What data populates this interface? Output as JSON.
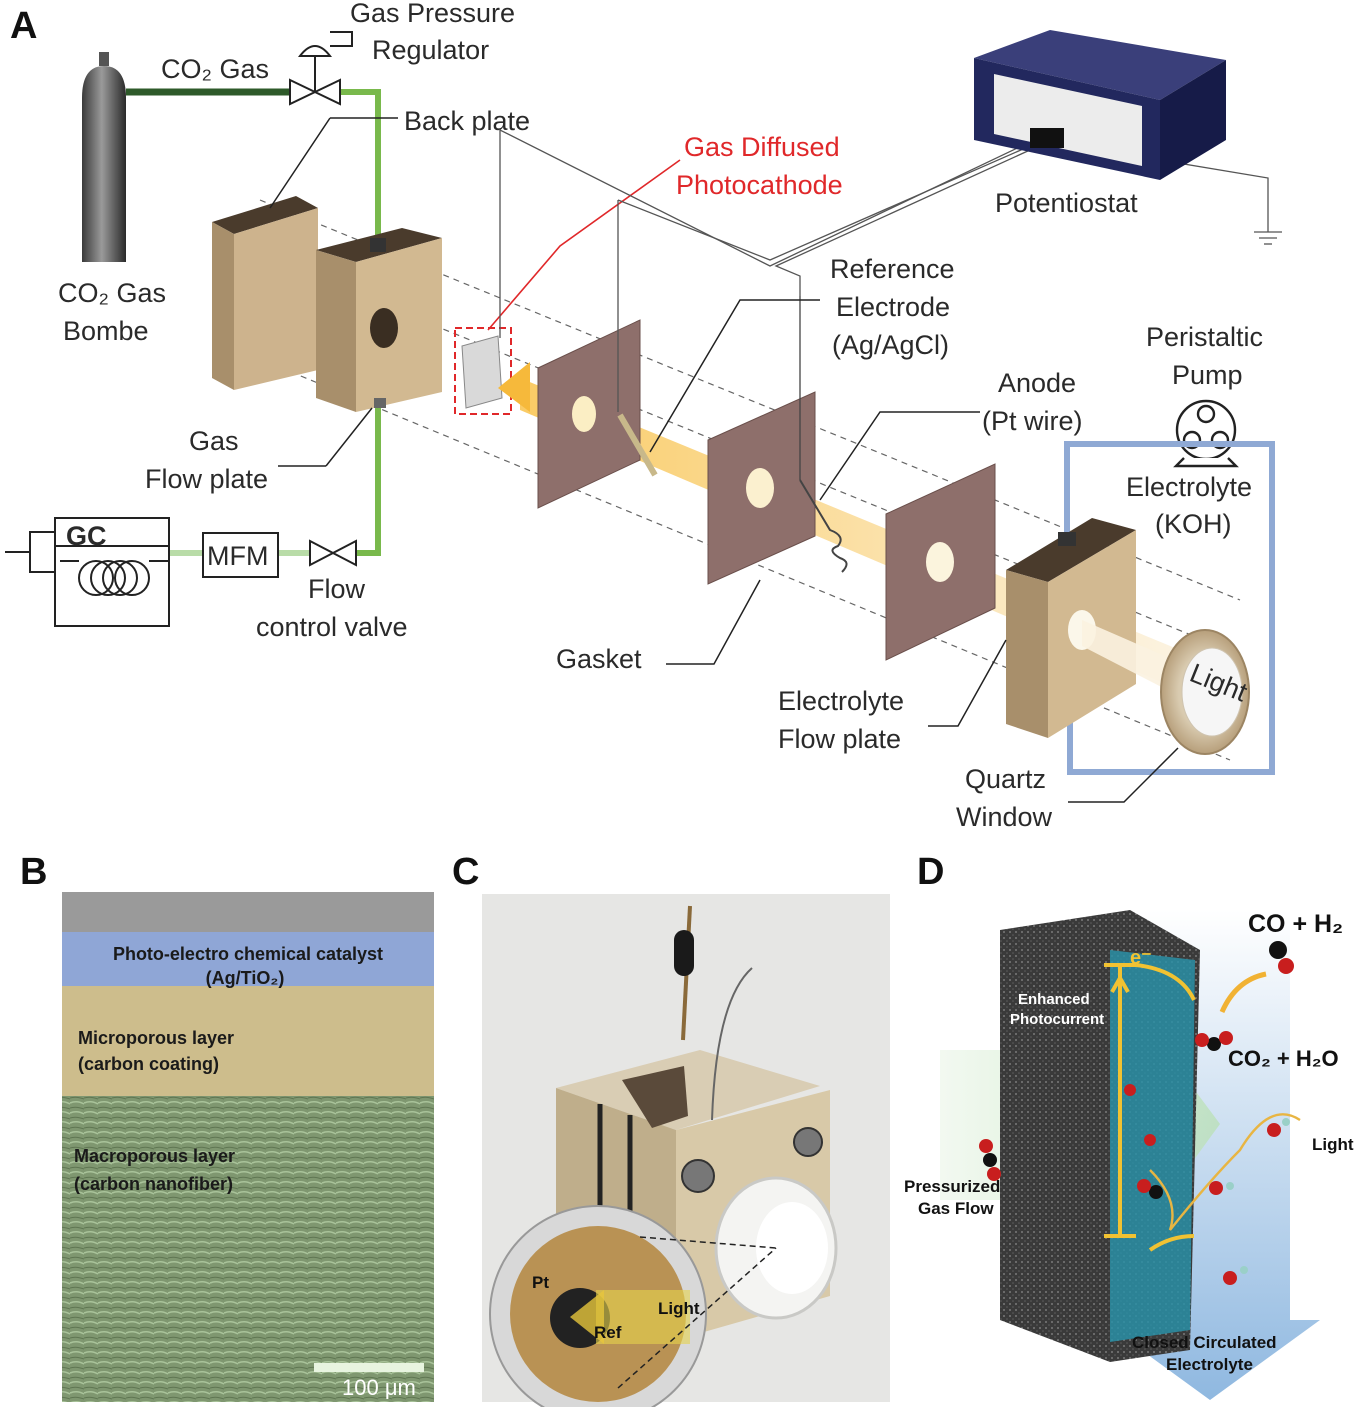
{
  "panels": {
    "a": "A",
    "b": "B",
    "c": "C",
    "d": "D"
  },
  "panel_a": {
    "co2_gas": "CO₂ Gas",
    "gas_pressure_regulator": [
      "Gas Pressure",
      "Regulator"
    ],
    "back_plate": "Back plate",
    "gas_diffused_photocathode": [
      "Gas Diffused",
      "Photocathode"
    ],
    "potentiostat": "Potentiostat",
    "co2_gas_bombe": [
      "CO₂ Gas",
      "Bombe"
    ],
    "reference_electrode": [
      "Reference",
      "Electrode",
      "(Ag/AgCl)"
    ],
    "peristaltic_pump": [
      "Peristaltic",
      "Pump"
    ],
    "anode": [
      "Anode",
      "(Pt wire)"
    ],
    "gas_flow_plate": [
      "Gas",
      "Flow plate"
    ],
    "electrolyte_koh": [
      "Electrolyte",
      "(KOH)"
    ],
    "gc": "GC",
    "mfm": "MFM",
    "flow_control_valve": [
      "Flow",
      "control valve"
    ],
    "gasket": "Gasket",
    "electrolyte_flow_plate": [
      "Electrolyte",
      "Flow plate"
    ],
    "light": "Light",
    "quartz_window": [
      "Quartz",
      "Window"
    ]
  },
  "panel_b": {
    "layer_catalyst": [
      "Photo-electro chemical catalyst",
      "(Ag/TiO₂)"
    ],
    "layer_microporous": [
      "Microporous layer",
      "(carbon coating)"
    ],
    "layer_macroporous": [
      "Macroporous layer",
      "(carbon nanofiber)"
    ],
    "scale_bar": "100 μm"
  },
  "panel_c": {
    "pt": "Pt",
    "ref": "Ref",
    "light": "Light"
  },
  "panel_d": {
    "products": "CO  + H₂",
    "reactants": "CO₂  + H₂O",
    "electron": "e⁻",
    "enhanced_photocurrent": [
      "Enhanced",
      "Photocurrent"
    ],
    "light": "Light",
    "pressurized_gas_flow": [
      "Pressurized",
      "Gas Flow"
    ],
    "closed_electrolyte": [
      "Closed Circulated",
      "Electrolyte"
    ]
  },
  "colors": {
    "gas_line_dark": "#2e5a2a",
    "gas_line_light": "#79b94c",
    "plate": "#cdb38d",
    "gasket": "#8e6f6b",
    "potentiostat": "#22285e",
    "electrolyte_loop": "#8fa9d4",
    "light_beam": "#f7c75a",
    "photocathode_label": "#e0282a"
  }
}
